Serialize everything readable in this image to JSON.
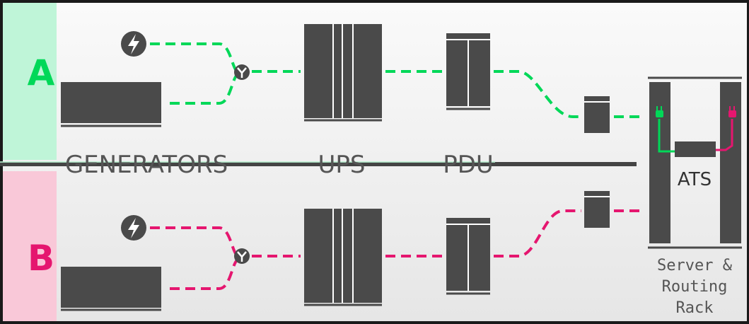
{
  "labels": {
    "feed_a": "A",
    "feed_b": "B",
    "generators": "GENERATORS",
    "ups": "UPS",
    "pdu": "PDU",
    "ats": "ATS",
    "rack_line1": "Server &",
    "rack_line2": "Routing",
    "rack_line3": "Rack"
  },
  "colors": {
    "feed_a": "#00d858",
    "feed_a_band": "#bff5d8",
    "feed_b": "#e5166f",
    "feed_b_band": "#f9c8d8",
    "equipment": "#4a4a4a",
    "background": "#f0f0f0",
    "label_text": "#555555"
  },
  "icons": {
    "power_source": "lightning-bolt-icon",
    "merge_junction": "y-junction-icon",
    "plug": "power-plug-icon"
  }
}
